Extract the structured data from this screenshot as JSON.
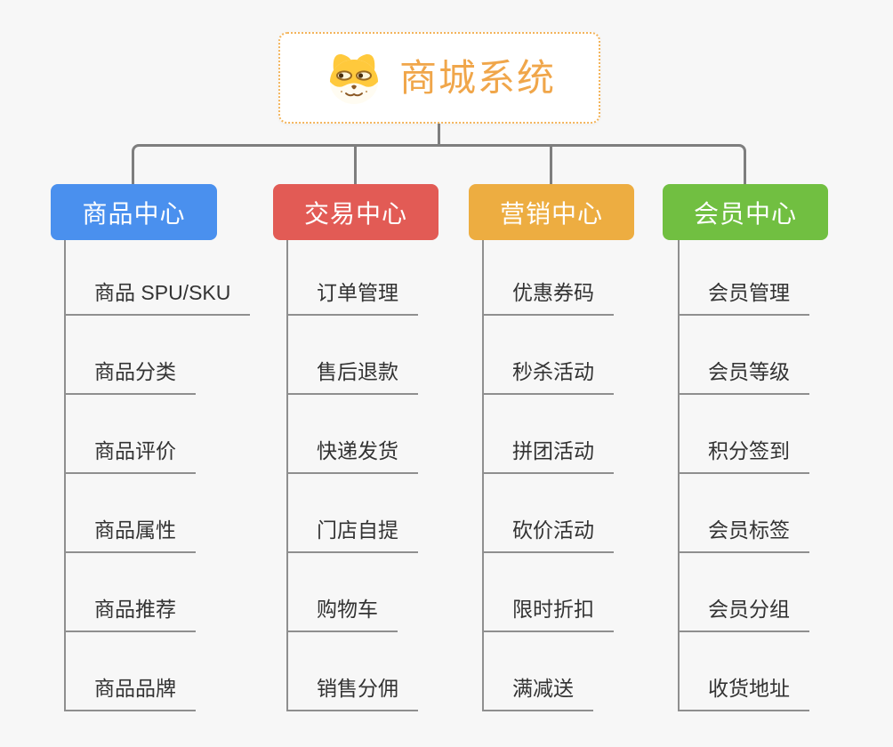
{
  "root": {
    "label": "商城系统",
    "icon": "doge-icon",
    "accent_color": "#F0A64A",
    "border_color": "#F3B45B"
  },
  "connector_color": "#7E7E7E",
  "background_color": "#F7F7F7",
  "branches": [
    {
      "label": "商品中心",
      "color": "#4A90EE",
      "items": [
        "商品 SPU/SKU",
        "商品分类",
        "商品评价",
        "商品属性",
        "商品推荐",
        "商品品牌"
      ]
    },
    {
      "label": "交易中心",
      "color": "#E25B55",
      "items": [
        "订单管理",
        "售后退款",
        "快递发货",
        "门店自提",
        "购物车",
        "销售分佣"
      ]
    },
    {
      "label": "营销中心",
      "color": "#EDAD41",
      "items": [
        "优惠券码",
        "秒杀活动",
        "拼团活动",
        "砍价活动",
        "限时折扣",
        "满减送"
      ]
    },
    {
      "label": "会员中心",
      "color": "#71BF41",
      "items": [
        "会员管理",
        "会员等级",
        "积分签到",
        "会员标签",
        "会员分组",
        "收货地址"
      ]
    }
  ]
}
